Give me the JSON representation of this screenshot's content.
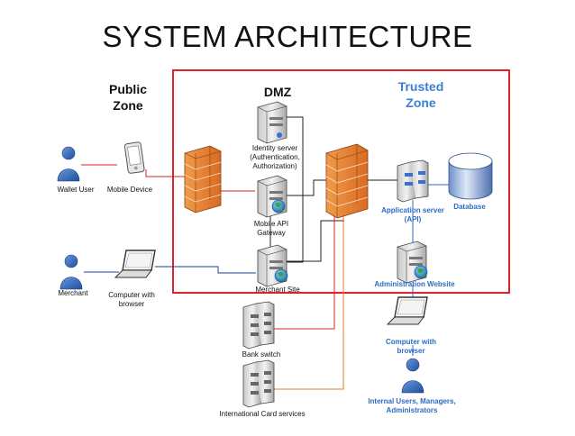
{
  "title": "SYSTEM ARCHITECTURE",
  "zones": {
    "public": "Public Zone",
    "dmz": "DMZ",
    "trusted": "Trusted Zone"
  },
  "labels": {
    "wallet_user": "Wallet User",
    "mobile_device": "Mobile Device",
    "merchant": "Merchant",
    "computer_public": "Computer with browser",
    "identity_server": "Identity server (Authentication, Authorization)",
    "mobile_api_gateway": "Mobile API Gateway",
    "merchant_site": "Merchant Site",
    "bank_switch": "Bank switch",
    "intl_card_services": "International Card services",
    "application_server": "Application server (API)",
    "database": "Database",
    "admin_website": "Administration Website",
    "computer_trusted": "Computer with browser",
    "internal_users": "Internal Users, Managers, Administrators"
  },
  "colors": {
    "dmz_border": "#e0202a",
    "trusted_label": "#3b7fd4",
    "blue_label": "#2b6cc4",
    "link_red": "#d4231c",
    "link_blue": "#1f3f99",
    "link_dark": "#222222",
    "link_orange": "#d9802a",
    "person_blue": "#2e63b5",
    "server_gray": "#d8d8d8",
    "firewall_orange": "#e8883a"
  },
  "icons": [
    "person-icon",
    "mobile-phone-icon",
    "laptop-icon",
    "server-icon",
    "firewall-icon",
    "database-icon",
    "globe-icon"
  ]
}
